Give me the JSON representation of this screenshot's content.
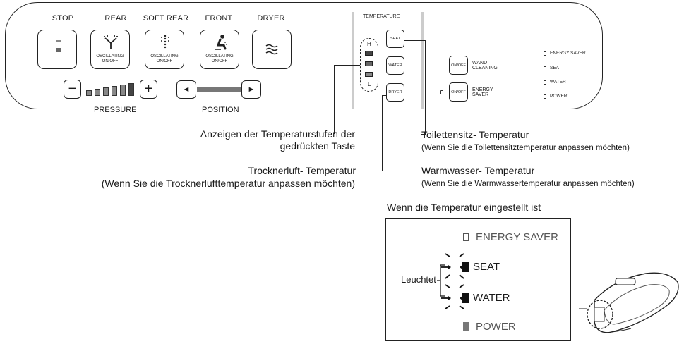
{
  "panel": {
    "buttons": {
      "stop": {
        "label": "STOP"
      },
      "rear": {
        "label": "REAR",
        "caption": "OSCILLATING ON/OFF"
      },
      "soft_rear": {
        "label": "SOFT REAR",
        "caption": "OSCILLATING ON/OFF"
      },
      "front": {
        "label": "FRONT",
        "caption": "OSCILLATING ON/OFF"
      },
      "dryer": {
        "label": "DRYER"
      }
    },
    "pressure": {
      "label": "PRESSURE",
      "minus": "−",
      "plus": "+",
      "level_segments": 6
    },
    "position": {
      "label": "POSITION",
      "left": "◄",
      "right": "►"
    },
    "temperature": {
      "title": "TEMPERATURE",
      "high": "H",
      "low": "L",
      "seat_btn": "SEAT",
      "water_btn": "WATER",
      "dryer_btn": "DRYER"
    },
    "wand": {
      "btn": "ON/OFF",
      "label": "WAND CLEANING"
    },
    "energy": {
      "btn": "ON/OFF",
      "label": "ENERGY SAVER"
    },
    "indicators": [
      "ENERGY SAVER",
      "SEAT",
      "WATER",
      "POWER"
    ]
  },
  "annotations": {
    "temp_levels": [
      "Anzeigen der Temperaturstufen der",
      "gedrückten Taste"
    ],
    "dryer_title": "Trocknerluft- Temperatur",
    "dryer_desc": "(Wenn Sie die Trocknerlufttemperatur anpassen möchten)",
    "seat_title": "Toilettensitz- Temperatur",
    "seat_desc": "(Wenn Sie die Toilettensitztemperatur anpassen möchten)",
    "water_title": "Warmwasser- Temperatur",
    "water_desc": "(Wenn Sie die Warmwassertemperatur anpassen möchten)"
  },
  "zoom": {
    "caption": "Wenn die Temperatur eingestellt ist",
    "energy_saver": "ENERGY SAVER",
    "seat": "SEAT",
    "water": "WATER",
    "power": "POWER",
    "lit_label": "Leuchtet"
  }
}
